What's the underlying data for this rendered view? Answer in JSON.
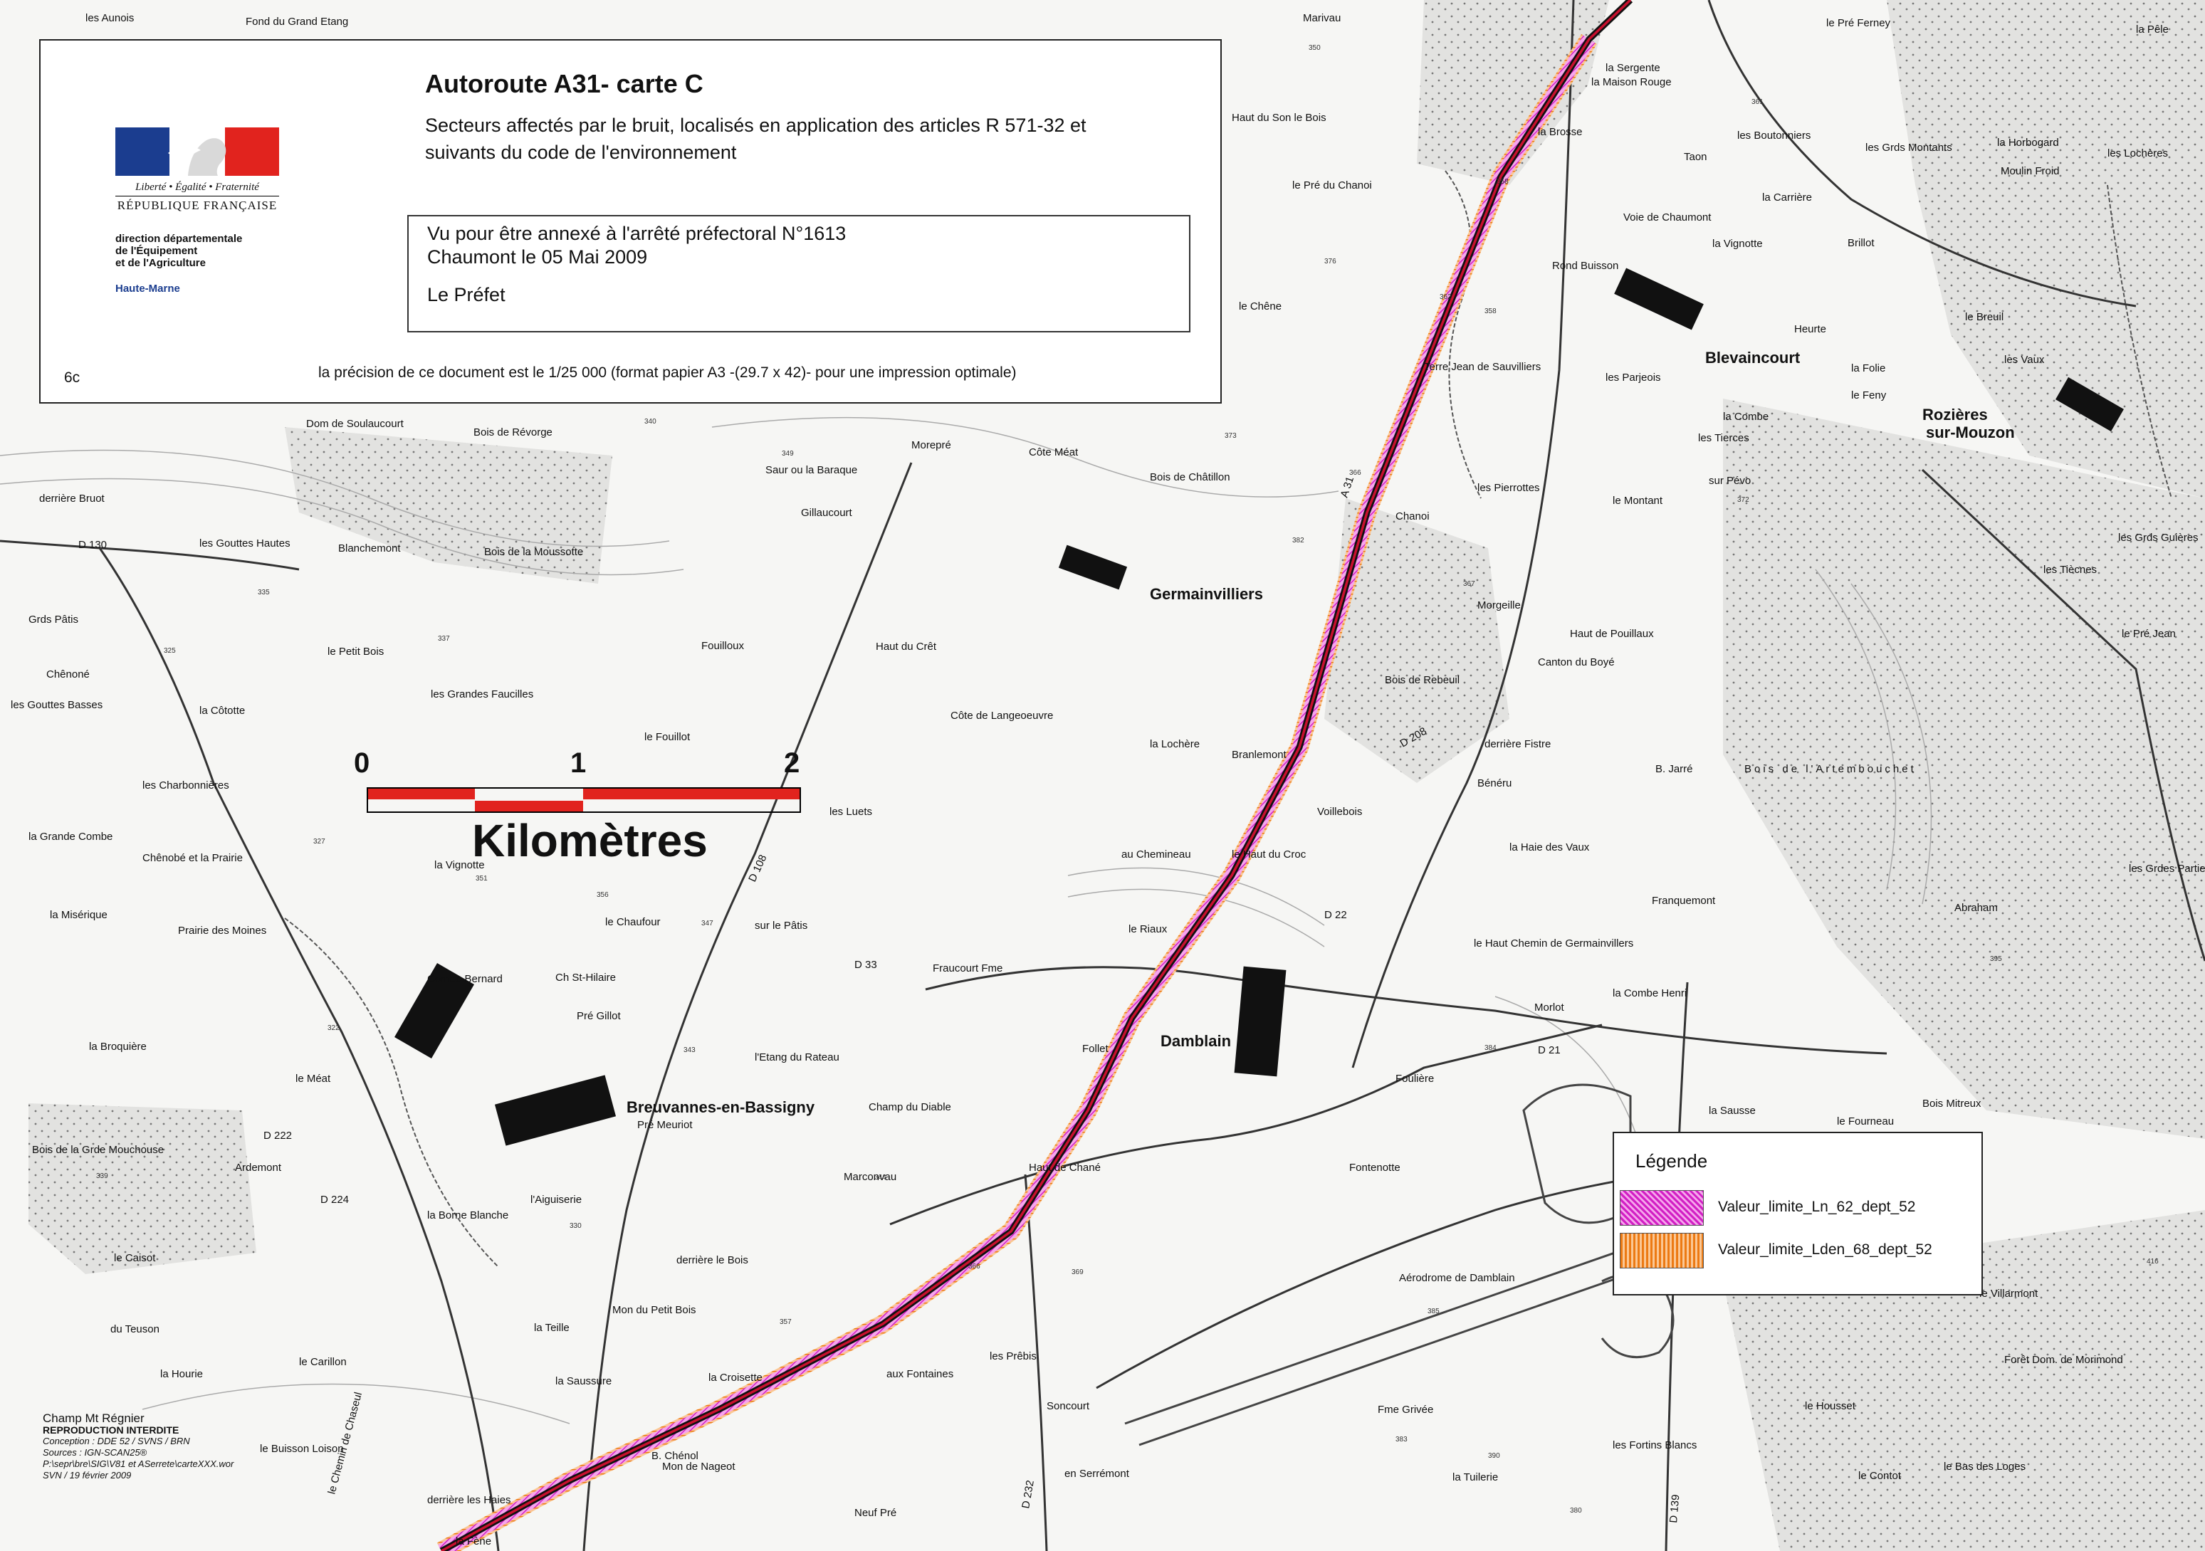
{
  "header": {
    "title": "Autoroute A31- carte C",
    "subtitle_lines": [
      "Secteurs affectés par le bruit, localisés en application des articles R 571-32 et",
      "suivants du code de l'environnement"
    ],
    "arrete_lines": [
      "Vu pour être annexé à l'arrêté préfectoral N°1613",
      "Chaumont le 05 Mai 2009",
      "Le Préfet"
    ],
    "map_ref": "6c",
    "precision_note": "la précision de ce document est le 1/25 000 (format papier A3 -(29.7 x 42)- pour une impression optimale)"
  },
  "logo": {
    "motto": "Liberté • Égalité • Fraternité",
    "republique": "RÉPUBLIQUE FRANÇAISE",
    "org_lines": [
      "direction départementale",
      "de l'Équipement",
      "et de l'Agriculture"
    ],
    "department": "Haute-Marne",
    "colors": {
      "blue": "#1b3d8f",
      "red": "#e1231e"
    }
  },
  "scale_bar": {
    "ticks": [
      "0",
      "1",
      "2"
    ],
    "unit": "Kilomètres",
    "color": "#e1231e"
  },
  "legend": {
    "title": "Légende",
    "items": [
      {
        "label": "Valeur_limite_Ln_62_dept_52",
        "color": "#e632d8"
      },
      {
        "label": "Valeur_limite_Lden_68_dept_52",
        "color": "#f08a2a"
      }
    ]
  },
  "credits": {
    "lines": [
      "Champ Mt Régnier",
      "REPRODUCTION INTERDITE",
      "Conception : DDE 52 / SVNS / BRN",
      "Sources : IGN-SCAN25®",
      "P:\\sepr\\bre\\SIG\\V81 et ASerrete\\carteXXX.wor",
      "SVN / 19 février 2009"
    ]
  },
  "map": {
    "roads": {
      "autoroute": "A 31",
      "departementales": [
        "D 130",
        "D 222",
        "D 224",
        "D 108",
        "D 33",
        "D 21",
        "D 22",
        "D 232",
        "D 139",
        "D 208"
      ]
    },
    "villages": [
      "Blevaincourt",
      "Rozières sur-Mouzon",
      "Germainvilliers",
      "Breuvannes-en-Bassigny",
      "Damblain"
    ],
    "localities": [
      "les Aunois",
      "Fond du Grand Etang",
      "Marivau",
      "le Pré Ferney",
      "la Pêle",
      "la Sergente",
      "la Maison Rouge",
      "la Brosse",
      "les Boutonniers",
      "les Grds Montants",
      "la Horbogard",
      "les Lochères",
      "Moulin Froid",
      "Taon",
      "le Pré du Chanoi",
      "Voie de Chaumont",
      "la Carrière",
      "Brillot",
      "Rond Buisson",
      "la Vignotte",
      "Haut du Son le Bois",
      "le Chêne",
      "Terre Jean de Sauvilliers",
      "les Parjeois",
      "Heurte",
      "le Breuil",
      "les Vaux",
      "la Folie",
      "le Feny",
      "la Combe",
      "les Tierces",
      "Dom de Soulaucourt",
      "Bois de Révorge",
      "Côte Méat",
      "Morepré",
      "Saur ou la Baraque",
      "Gillaucourt",
      "le Montant",
      "les Pierrottes",
      "sur Pévo",
      "les Grds Guières",
      "derrière Bruot",
      "les Gouttes Hautes",
      "Blanchemont",
      "Bois de la Moussotte",
      "Bois de Châtillon",
      "Chanoi",
      "les Tiècnes",
      "le Pré Jean",
      "Grds Pâtis",
      "le Petit Bois",
      "Fouilloux",
      "Haut du Crêt",
      "Morgeille",
      "Haut de Pouillaux",
      "Canton du Boyé",
      "Chênoné",
      "les Gouttes Basses",
      "la Côtotte",
      "les Grandes Faucilles",
      "le Fouillot",
      "Côte de Langeoeuvre",
      "la Lochère",
      "Branlemont",
      "derrière Fistre",
      "Bois de Rebeuil",
      "les Charbonnières",
      "Bénéru",
      "B. Jarré",
      "Bois de l'Artembouchet",
      "la Grande Combe",
      "Chênobé et la Prairie",
      "les Luets",
      "au Chemineau",
      "Voillebois",
      "le Haut du Croc",
      "la Vignotte",
      "la Haie des Vaux",
      "la Misérique",
      "Prairie des Moines",
      "le Chaufour",
      "sur le Pâtis",
      "le Riaux",
      "Franquemont",
      "les Grdes Parties",
      "Abraham",
      "Fraucourt Fme",
      "Combe Bernard",
      "Ch St-Hilaire",
      "le Haut Chemin de Germainvillers",
      "la Combe Henri",
      "Pré Gillot",
      "la Broquière",
      "l'Etang du Rateau",
      "Morlot",
      "Follet",
      "le Méat",
      "Pré Meuriot",
      "Champ du Diable",
      "Foulière",
      "la Sausse",
      "le Fourneau",
      "Bois Mitreux",
      "Bois de la Grde Mouchouse",
      "Ardemont",
      "Haut de Chané",
      "Fontenotte",
      "l'Aiguiserie",
      "la Borne Blanche",
      "Marconvau",
      "le Caisot",
      "derrière le Bois",
      "Mon du Petit Bois",
      "la Teille",
      "Aérodrome de Damblain",
      "le Villarmont",
      "du Teuson",
      "la Hourie",
      "le Carillon",
      "la Croisette",
      "aux Fontaines",
      "les Prêbis",
      "Forêt Dom. de Morimond",
      "la Saussure",
      "Soncourt",
      "le Housset",
      "Fme Grivée",
      "le Buisson Loison",
      "le Chemin de Chaseul",
      "B. Chénol",
      "Mon de Nageot",
      "en Serrémont",
      "les Fortins Blancs",
      "la Tuilerie",
      "le Contot",
      "le Bas des Loges",
      "derrière les Haies",
      "Neuf Pré",
      "la Fène"
    ],
    "elevations": [
      "350",
      "361",
      "358",
      "376",
      "362",
      "358",
      "366",
      "372",
      "373",
      "382",
      "367",
      "349",
      "340",
      "343",
      "335",
      "337",
      "325",
      "327",
      "351",
      "356",
      "347",
      "322",
      "339",
      "330",
      "344",
      "357",
      "366",
      "384",
      "369",
      "385",
      "383",
      "390",
      "380",
      "416",
      "395"
    ]
  }
}
